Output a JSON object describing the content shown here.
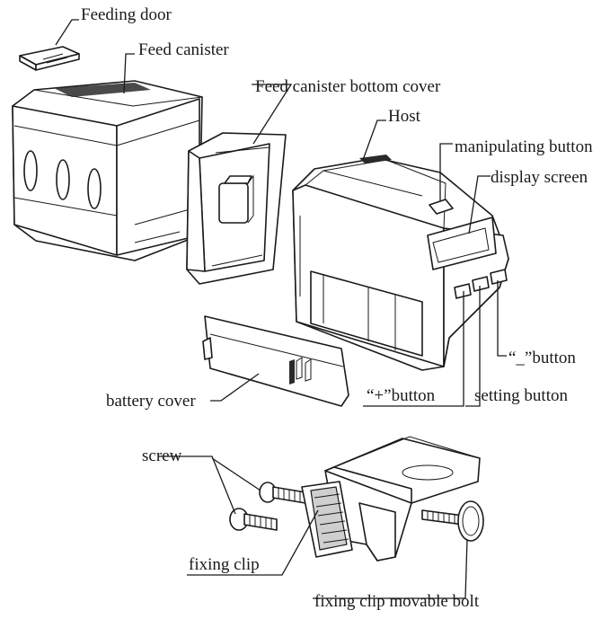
{
  "labels": {
    "feeding_door": "Feeding door",
    "feed_canister": "Feed canister",
    "feed_canister_bottom_cover": "Feed canister bottom cover",
    "host": "Host",
    "manipulating_button": "manipulating button",
    "display_screen": "display screen",
    "minus_button": "“_”button",
    "plus_button": "“+”button",
    "setting_button": "setting button",
    "battery_cover": "battery cover",
    "screw": "screw",
    "fixing_clip": "fixing clip",
    "fixing_clip_movable_bolt": "fixing clip movable bolt"
  }
}
